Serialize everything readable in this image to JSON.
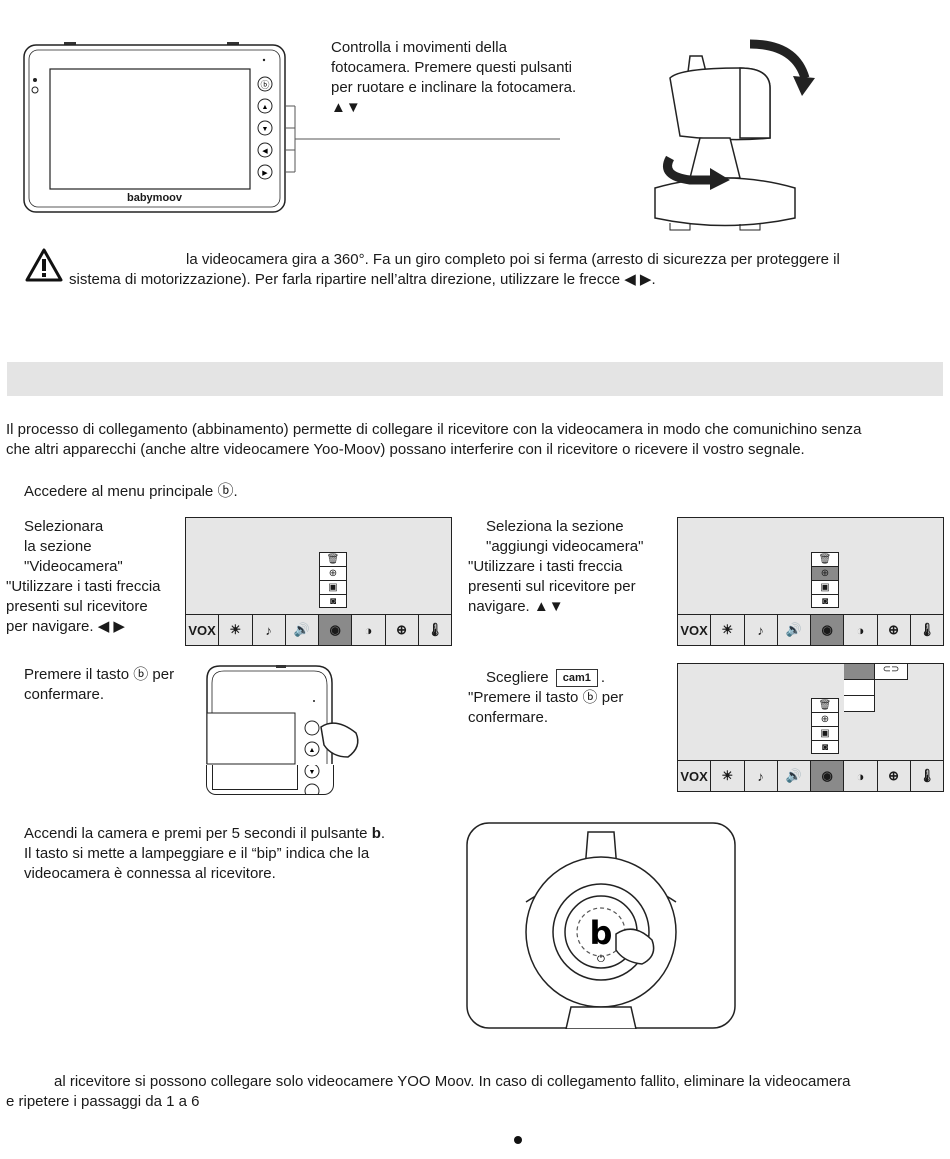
{
  "section1": {
    "controls_text": "Controlla i movimenti della fotocamera. Premere questi pulsanti per ruotare e inclinare la fotocamera. ▲▼",
    "brand": "babymoov"
  },
  "warning": {
    "line1": "la videocamera gira a 360°. Fa un giro completo poi si ferma (arresto di sicurezza per proteggere il",
    "line2": "sistema di motorizzazione). Per farla ripartire nell’altra direzione, utilizzare le frecce ◀ ▶."
  },
  "intro": {
    "line1": "Il processo di collegamento (abbinamento) permette di collegare il ricevitore con la videocamera in modo che comunichino senza",
    "line2": "che altri apparecchi (anche altre videocamere Yoo-Moov) possano interferire con il ricevitore o ricevere il vostro segnale."
  },
  "steps": {
    "step1": "Accedere al menu principale",
    "step2": [
      "Selezionara",
      "la sezione",
      "\"Videocamera\"",
      "\"Utilizzare i tasti freccia",
      "presenti sul ricevitore",
      "per navigare.  ◀ ▶"
    ],
    "step3": [
      "Seleziona la sezione",
      "\"aggiungi videocamera\"",
      "\"Utilizzare i tasti freccia",
      "presenti sul ricevitore per",
      "navigare. ▲▼"
    ],
    "step4_a": "Premere il tasto",
    "step4_b": "per",
    "step4_c": "confermare.",
    "step5_a": "Scegliere",
    "step5_cam": "cam1",
    "step5_b": ".",
    "step5_c": "\"Premere il tasto",
    "step5_d": "per",
    "step5_e": "confermare.",
    "step6": [
      "Accendi la camera e premi per 5 secondi il pulsante",
      "Il tasto si mette a lampeggiare e il “bip” indica che la",
      "videocamera è connessa al ricevitore."
    ]
  },
  "menu": {
    "vox": "VOX",
    "icons": [
      "brightness-icon",
      "music-icon",
      "volume-icon",
      "camera-icon",
      "contrast-icon",
      "zoom-icon",
      "thermometer-icon"
    ]
  },
  "note": {
    "line1": "al ricevitore si possono collegare solo videocamere YOO Moov. In caso di collegamento fallito, eliminare la videocamera",
    "line2": "e ripetere i passaggi da 1 a 6"
  },
  "colors": {
    "band": "#e4e4e4",
    "screen": "#e6e6e6",
    "highlight": "#8a8a8a"
  }
}
